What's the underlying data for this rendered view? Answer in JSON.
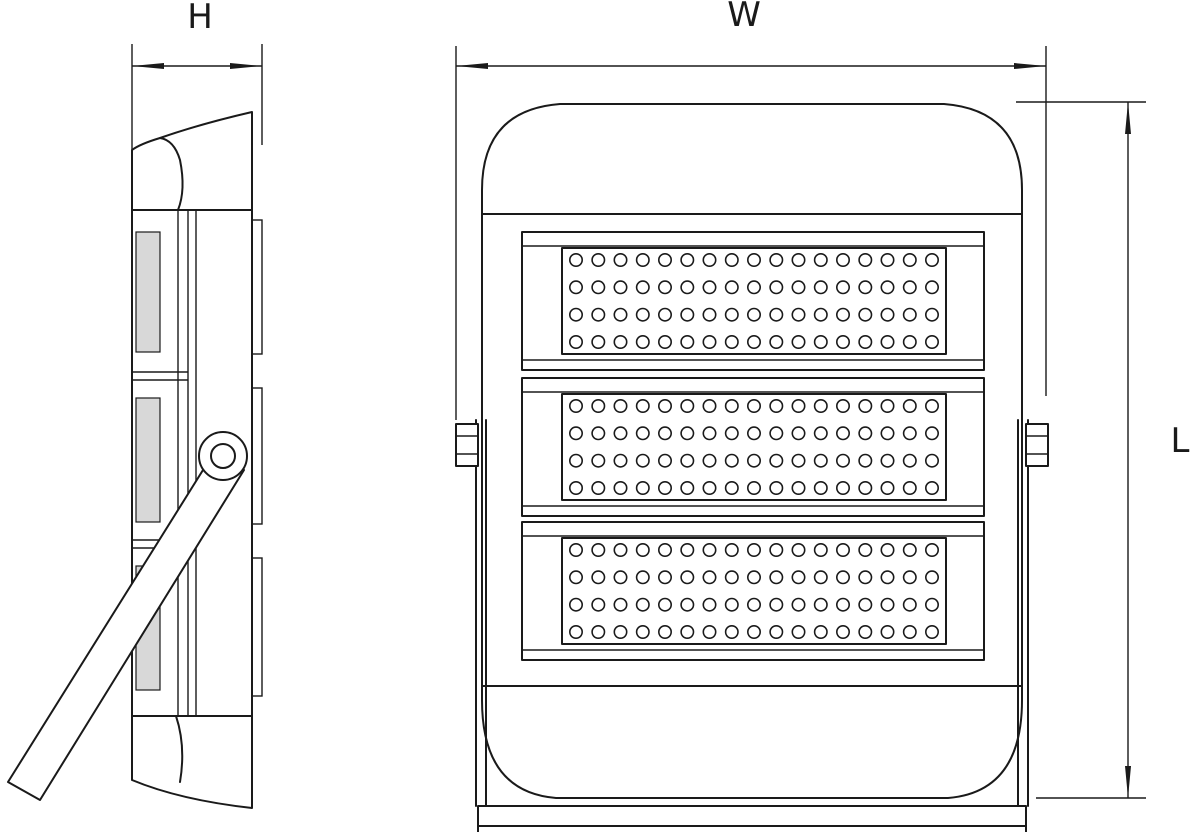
{
  "dimension_labels": {
    "height": "H",
    "width": "W",
    "length": "L"
  },
  "led_modules": {
    "count": 3,
    "rows_per_module": 4,
    "leds_per_row": 17
  },
  "colors": {
    "line": "#1a1a1a",
    "fin_fill": "#d8d8d8",
    "background": "#ffffff"
  }
}
